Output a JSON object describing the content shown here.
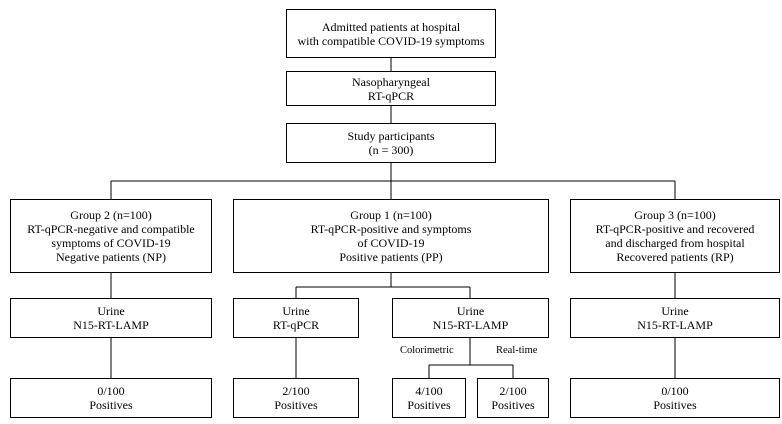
{
  "admitted": [
    "Admitted patients at hospital",
    "with compatible COVID-19 symptoms"
  ],
  "nasopharyngeal": [
    "Nasopharyngeal",
    "RT-qPCR"
  ],
  "participants": [
    "Study participants",
    "(n = 300)"
  ],
  "group2": [
    "Group 2 (n=100)",
    "RT-qPCR-negative and compatible",
    "symptoms of COVID-19",
    "Negative patients (NP)"
  ],
  "group1": [
    "Group 1 (n=100)",
    "RT-qPCR-positive and symptoms",
    "of COVID-19",
    "Positive patients (PP)"
  ],
  "group3": [
    "Group 3 (n=100)",
    "RT-qPCR-positive and recovered",
    "and discharged from hospital",
    "Recovered patients (RP)"
  ],
  "g2_urine": [
    "Urine",
    "N15-RT-LAMP"
  ],
  "g1_urine_qpcr": [
    "Urine",
    "RT-qPCR"
  ],
  "g1_urine_lamp": [
    "Urine",
    "N15-RT-LAMP"
  ],
  "g3_urine": [
    "Urine",
    "N15-RT-LAMP"
  ],
  "label_colorimetric": "Colorimetric",
  "label_realtime": "Real-time",
  "g2_result": [
    "0/100",
    "Positives"
  ],
  "g1_qpcr_result": [
    "2/100",
    "Positives"
  ],
  "g1_colorimetric_result": [
    "4/100",
    "Positives"
  ],
  "g1_realtime_result": [
    "2/100",
    "Positives"
  ],
  "g3_result": [
    "0/100",
    "Positives"
  ]
}
